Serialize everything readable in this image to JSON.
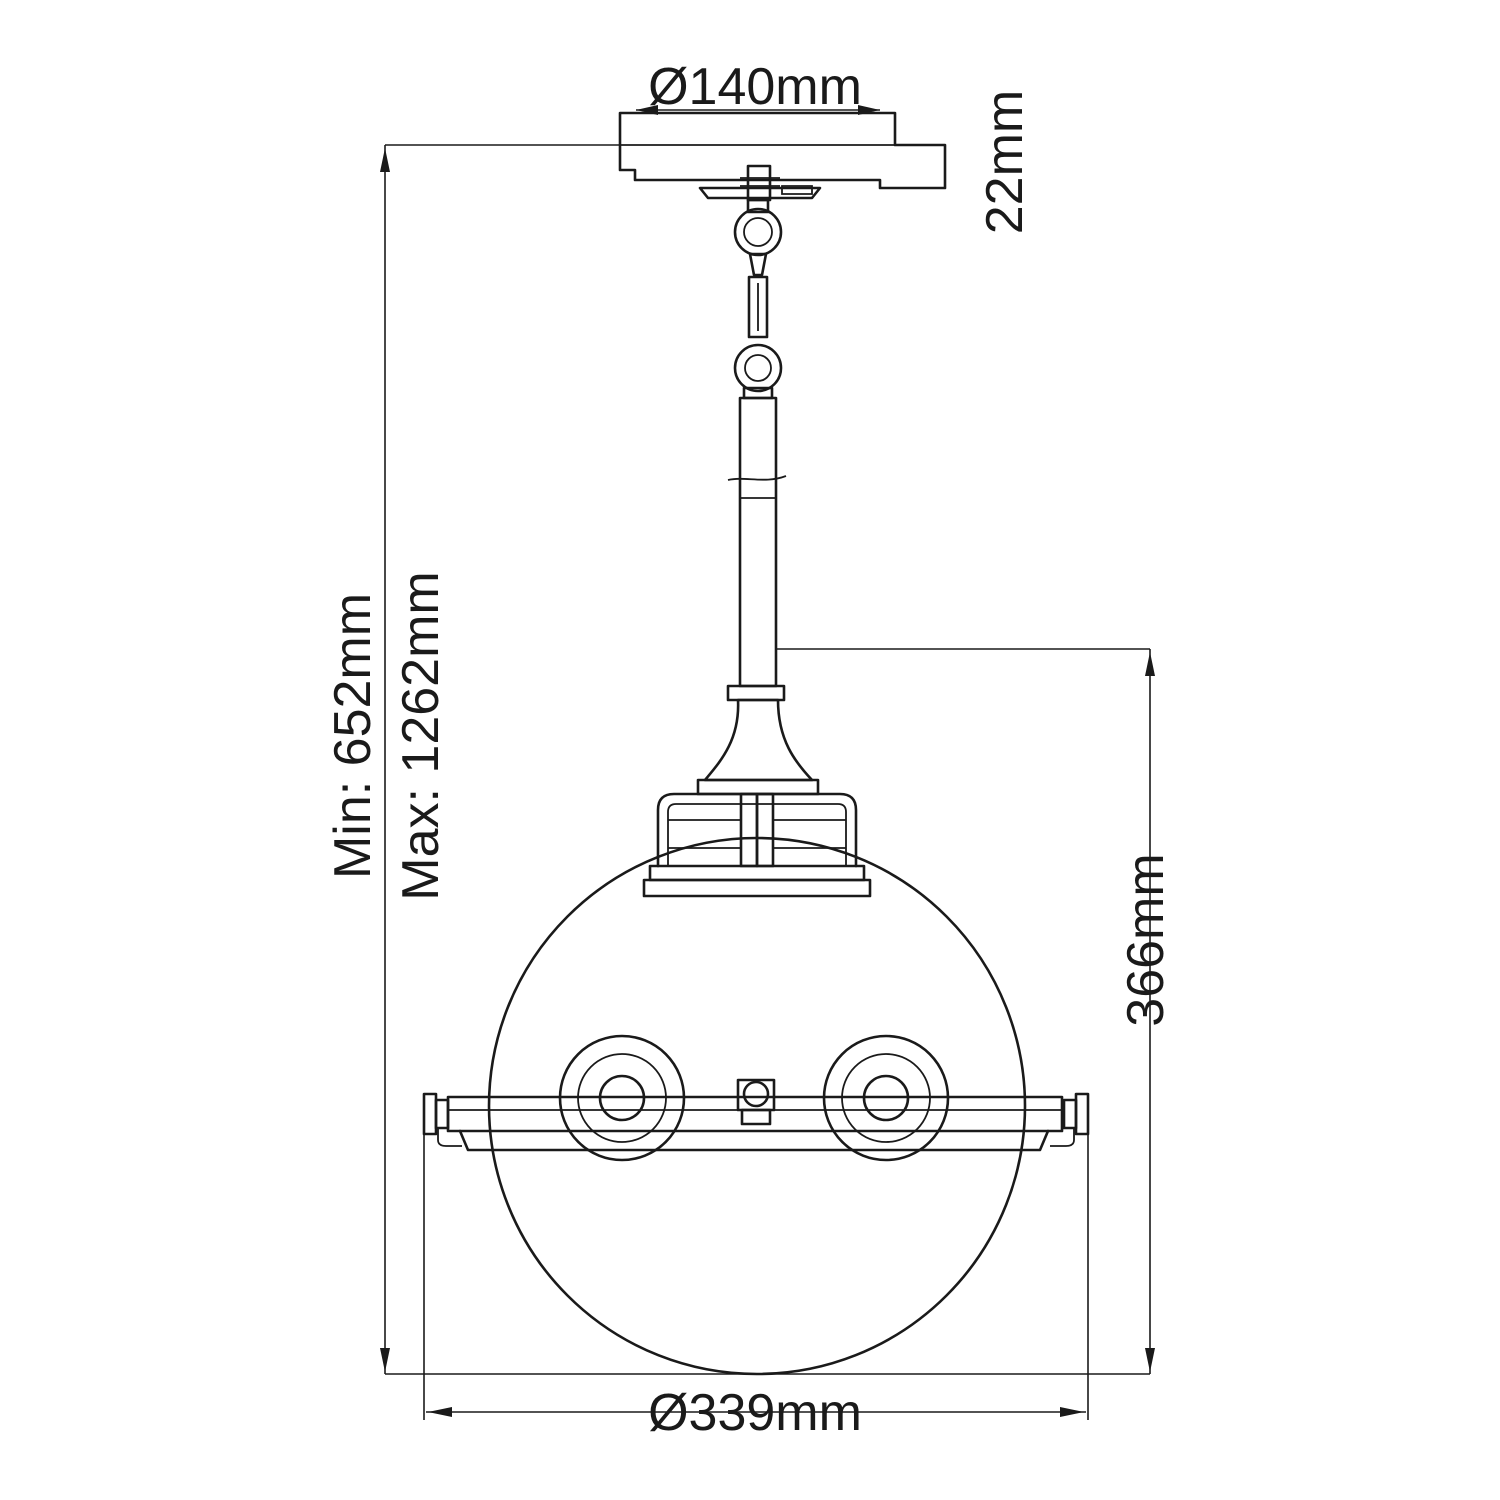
{
  "dimensions": {
    "canopy_diameter": "Ø140mm",
    "canopy_height": "22mm",
    "height_min": "Min: 652mm",
    "height_max": "Max: 1262mm",
    "globe_height": "366mm",
    "globe_diameter": "Ø339mm"
  },
  "colors": {
    "line": "#1a1a1a",
    "background": "#ffffff"
  }
}
